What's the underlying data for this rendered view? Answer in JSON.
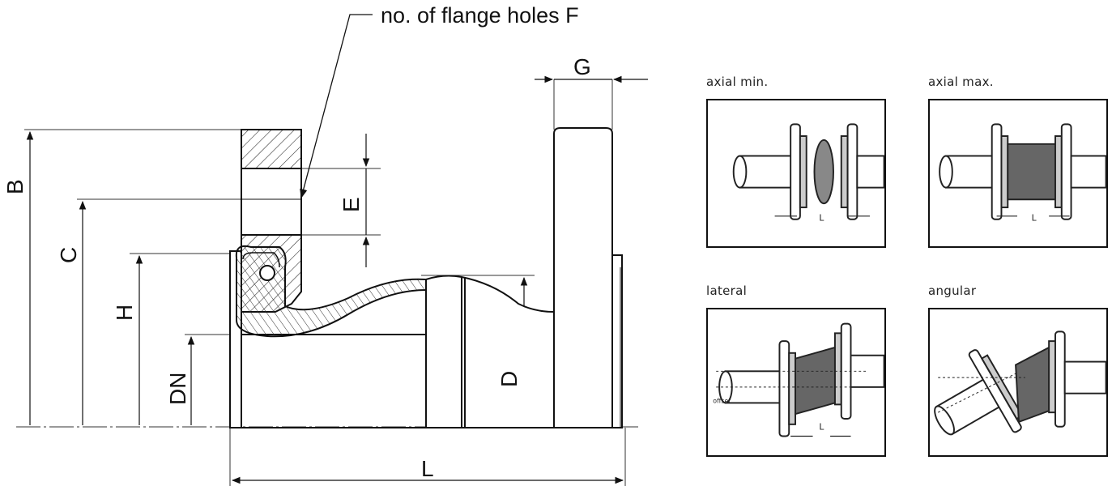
{
  "callout": {
    "label": "no. of flange holes F"
  },
  "dimensions": {
    "B": "B",
    "C": "C",
    "H": "H",
    "DN": "DN",
    "E": "E",
    "G": "G",
    "D": "D",
    "L": "L"
  },
  "movement_panels": [
    {
      "caption": "axial min.",
      "mark": "L"
    },
    {
      "caption": "axial max.",
      "mark": "L"
    },
    {
      "caption": "lateral",
      "mark": "L",
      "note": "offset"
    },
    {
      "caption": "angular",
      "mark": ""
    }
  ]
}
